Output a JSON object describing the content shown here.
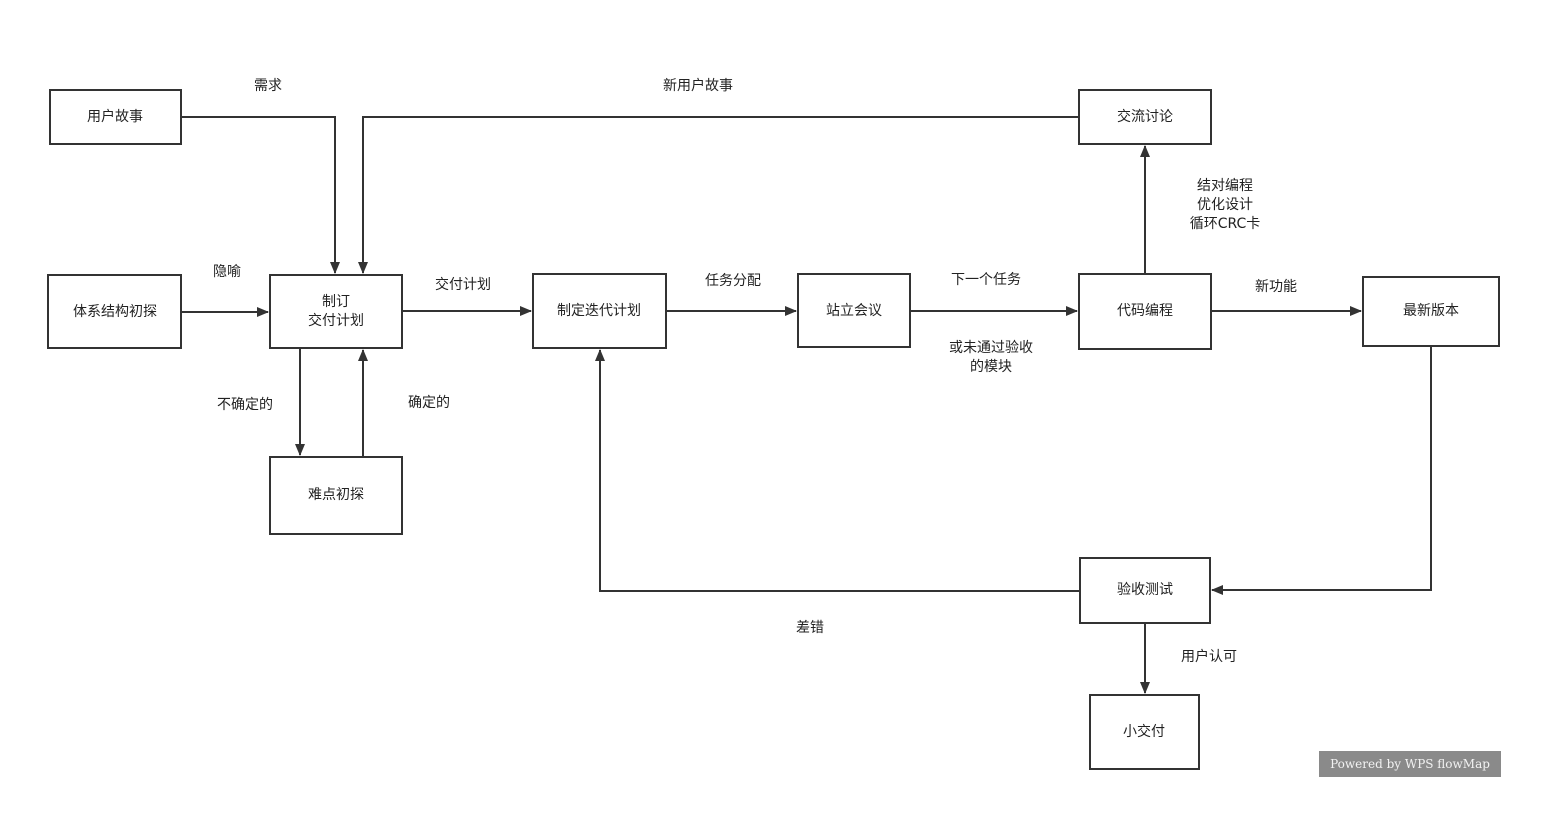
{
  "nodes": {
    "user_story": "用户故事",
    "arch_explore": "体系结构初探",
    "make_plan": [
      "制订",
      "交付计划"
    ],
    "difficulty_explore": "难点初探",
    "iteration_plan": "制定迭代计划",
    "standup": "站立会议",
    "coding": "代码编程",
    "latest_version": "最新版本",
    "discussion": "交流讨论",
    "acceptance_test": "验收测试",
    "small_delivery": "小交付"
  },
  "edges": {
    "requirement": "需求",
    "new_user_story": "新用户故事",
    "metaphor": "隐喻",
    "delivery_plan": "交付计划",
    "task_assignment": "任务分配",
    "next_task": "下一个任务",
    "or_failed": [
      "或未通过验收",
      "的模块"
    ],
    "pair_programming": [
      "结对编程",
      "优化设计",
      "循环CRC卡"
    ],
    "new_feature": "新功能",
    "uncertain": "不确定的",
    "certain": "确定的",
    "errors": "差错",
    "user_approval": "用户认可"
  },
  "badge": "Powered by WPS flowMap"
}
